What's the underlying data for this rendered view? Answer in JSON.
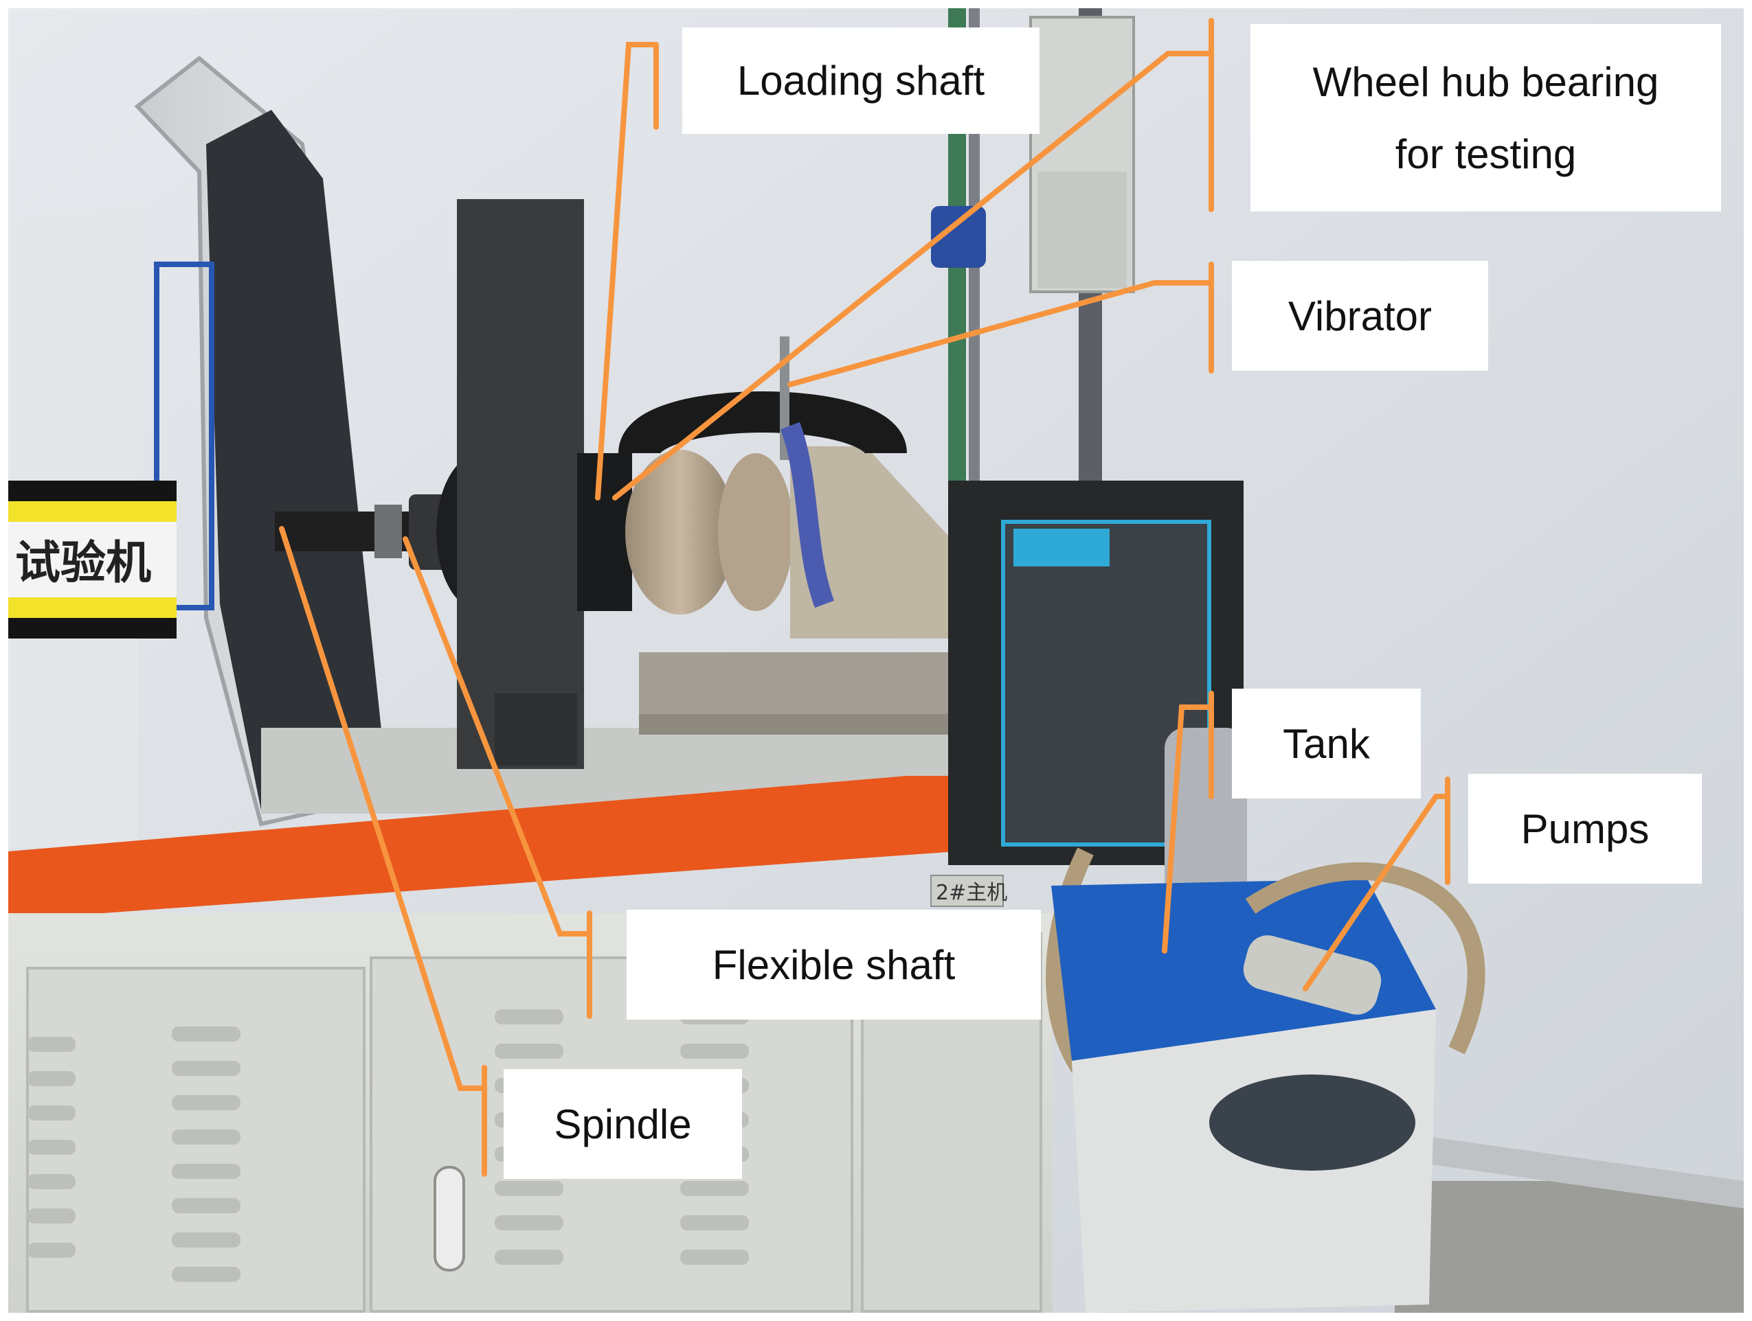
{
  "machine": {
    "side_label": "试验机",
    "station_plate": "2#主机"
  },
  "callouts": {
    "loading_shaft": "Loading shaft",
    "wheel_hub_bearing": [
      "Wheel hub bearing",
      "for testing"
    ],
    "vibrator": "Vibrator",
    "tank": "Tank",
    "pumps": "Pumps",
    "flexible_shaft": "Flexible shaft",
    "spindle": "Spindle"
  },
  "colors": {
    "leader_line": "#f7953f",
    "machine_orange": "#e9571d",
    "tank_blue": "#1f5fbf",
    "wall": "#dfe3e7",
    "cabinet": "#d9dbd6"
  }
}
